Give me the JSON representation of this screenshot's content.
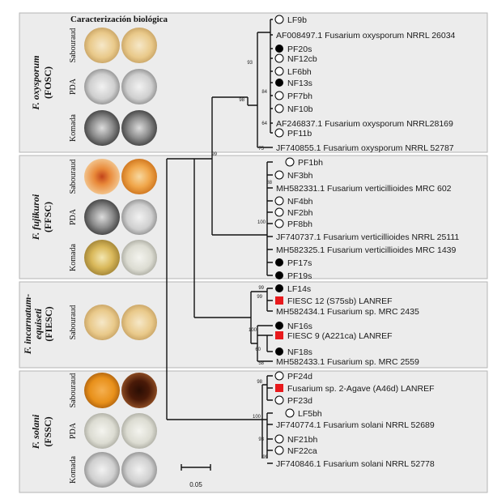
{
  "title": "Caracterización biológica",
  "scale": {
    "label": "0.05"
  },
  "groups": [
    {
      "name": "F. oxysporum",
      "code": "(FOSC)",
      "media": [
        "Sabouraud",
        "PDA",
        "Komada"
      ]
    },
    {
      "name": "F. fujikuroi",
      "code": "(FFSC)",
      "media": [
        "Sabouraud",
        "PDA",
        "Komada"
      ]
    },
    {
      "name": "F. incarnatum-",
      "name2": "equiseti",
      "code": "(FIESC)",
      "media": [
        "Sabouraud"
      ]
    },
    {
      "name": "F. solani",
      "code": "(FSSC)",
      "media": [
        "Sabouraud",
        "PDA",
        "Komada"
      ]
    }
  ],
  "taxa": [
    {
      "label": "LF9b",
      "marker": "open"
    },
    {
      "label": "AF008497.1 Fusarium oxysporum NRRL 26034",
      "marker": "none"
    },
    {
      "label": "PF20s",
      "marker": "filled"
    },
    {
      "label": "NF12cb",
      "marker": "open"
    },
    {
      "label": "LF6bh",
      "marker": "open"
    },
    {
      "label": "NF13s",
      "marker": "filled"
    },
    {
      "label": "PF7bh",
      "marker": "open"
    },
    {
      "label": "NF10b",
      "marker": "open"
    },
    {
      "label": "AF246837.1 Fusarium oxysporum NRRL28169",
      "marker": "none"
    },
    {
      "label": "PF11b",
      "marker": "open"
    },
    {
      "label": "JF740855.1 Fusarium oxysporum NRRL 52787",
      "marker": "none"
    },
    {
      "label": "PF1bh",
      "marker": "open"
    },
    {
      "label": "NF3bh",
      "marker": "open"
    },
    {
      "label": "MH582331.1 Fusarium verticillioides MRC 602",
      "marker": "none"
    },
    {
      "label": "NF4bh",
      "marker": "open"
    },
    {
      "label": "NF2bh",
      "marker": "open"
    },
    {
      "label": "PF8bh",
      "marker": "open"
    },
    {
      "label": "JF740737.1 Fusarium verticillioides NRRL 25111",
      "marker": "none"
    },
    {
      "label": "MH582325.1 Fusarium verticillioides MRC 1439",
      "marker": "none"
    },
    {
      "label": "PF17s",
      "marker": "filled"
    },
    {
      "label": "PF19s",
      "marker": "filled"
    },
    {
      "label": "LF14s",
      "marker": "filled"
    },
    {
      "label": "FIESC 12 (S75sb) LANREF",
      "marker": "square"
    },
    {
      "label": "MH582434.1 Fusarium sp. MRC 2435",
      "marker": "none"
    },
    {
      "label": "NF16s",
      "marker": "filled"
    },
    {
      "label": "FIESC 9 (A221ca) LANREF",
      "marker": "square"
    },
    {
      "label": "NF18s",
      "marker": "filled"
    },
    {
      "label": "MH582433.1 Fusarium sp. MRC 2559",
      "marker": "none"
    },
    {
      "label": "PF24d",
      "marker": "open"
    },
    {
      "label": "Fusarium sp. 2-Agave (A46d) LANREF",
      "marker": "square"
    },
    {
      "label": "PF23d",
      "marker": "open"
    },
    {
      "label": "LF5bh",
      "marker": "open"
    },
    {
      "label": "JF740774.1 Fusarium solani NRRL 52689",
      "marker": "none"
    },
    {
      "label": "NF21bh",
      "marker": "open"
    },
    {
      "label": "NF22ca",
      "marker": "open"
    },
    {
      "label": "JF740846.1 Fusarium solani NRRL 52778",
      "marker": "none"
    }
  ],
  "bootstrap": [
    "93",
    "98",
    "84",
    "64",
    "75",
    "99",
    "88",
    "100",
    "99",
    "99",
    "100",
    "60",
    "58",
    "98",
    "100",
    "93",
    "99"
  ],
  "colors": {
    "filled_marker": "#000000",
    "square_marker": "#e8191c",
    "panel_bg": "#ececec",
    "branch": "#111111"
  }
}
